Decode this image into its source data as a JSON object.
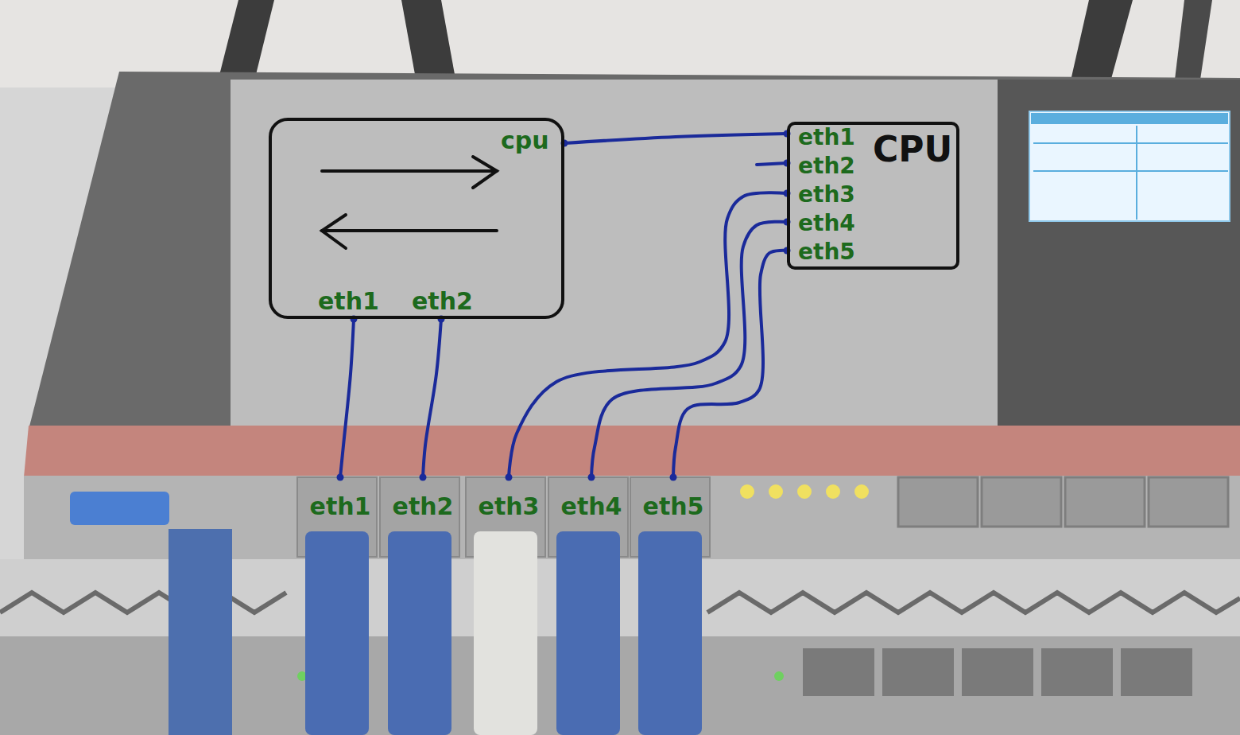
{
  "diagram": {
    "nodes": [
      {
        "text": [
          "cpu",
          "eth1",
          "eth2"
        ]
      },
      {
        "text": [
          "CPU",
          "eth1",
          "eth2",
          "eth3",
          "eth4",
          "eth5"
        ]
      },
      {
        "text": [
          "eth1"
        ]
      },
      {
        "text": [
          "eth2"
        ]
      },
      {
        "text": [
          "eth3"
        ]
      },
      {
        "text": [
          "eth4"
        ]
      },
      {
        "text": [
          "eth5"
        ]
      }
    ],
    "edges": [
      {
        "from": 0,
        "to": 1,
        "arrow": "none"
      },
      {
        "from": 0,
        "to": 2,
        "arrow": "none"
      },
      {
        "from": 0,
        "to": 3,
        "arrow": "none"
      },
      {
        "from": 1,
        "to": 4,
        "arrow": "none"
      },
      {
        "from": 1,
        "to": 5,
        "arrow": "none"
      },
      {
        "from": 1,
        "to": 6,
        "arrow": "none"
      }
    ]
  }
}
